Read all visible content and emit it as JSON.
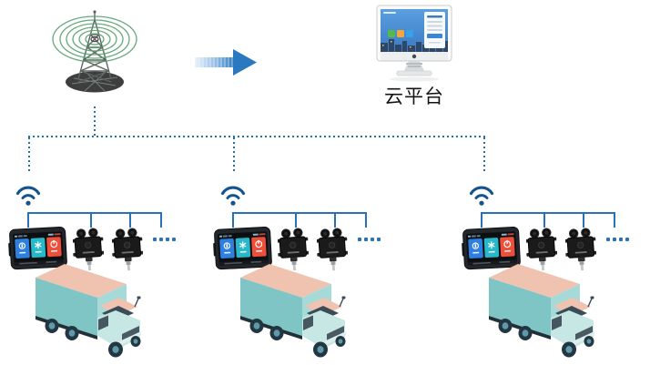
{
  "cloud_platform": {
    "label": "云平台"
  },
  "icons": {
    "radio_tower": "radio-tower-icon",
    "signal_waves": "signal-waves-icon",
    "data_flow": "arrow-right-icon",
    "cloud_monitor": "desktop-monitor-icon",
    "wifi": "wifi-icon",
    "vehicle_terminal": "display-terminal-icon",
    "sensor": "temperature-sensor-icon",
    "more_devices": "ellipsis-dots-icon",
    "truck": "box-truck-icon"
  },
  "colors": {
    "dotted_line": "#2470a8",
    "bracket_line": "#2a72b8",
    "dot_blue": "#2a72b8",
    "wifi_blue": "#15558c",
    "arrow_blue": "#2a79c0",
    "wave_green": "#57a06b",
    "tower_grey": "#5d6361",
    "tower_base": "#3c3f3e",
    "truck_side": "#7fc5c5",
    "truck_top": "#f0c3b1",
    "truck_front": "#a6dad8",
    "cab_body": "#c6e7e4",
    "windshield": "#3b4c57",
    "wheel_dark": "#233642",
    "wheel_hub": "#5f9aa8",
    "tile_blue": "#2e7fe0",
    "tile_teal": "#27b9c9",
    "tile_red": "#ee4f3a",
    "screen_blue": "#4690d6",
    "label_text": "#141414"
  },
  "groups": [
    {
      "name": "vehicle-group-1"
    },
    {
      "name": "vehicle-group-2"
    },
    {
      "name": "vehicle-group-3"
    }
  ]
}
